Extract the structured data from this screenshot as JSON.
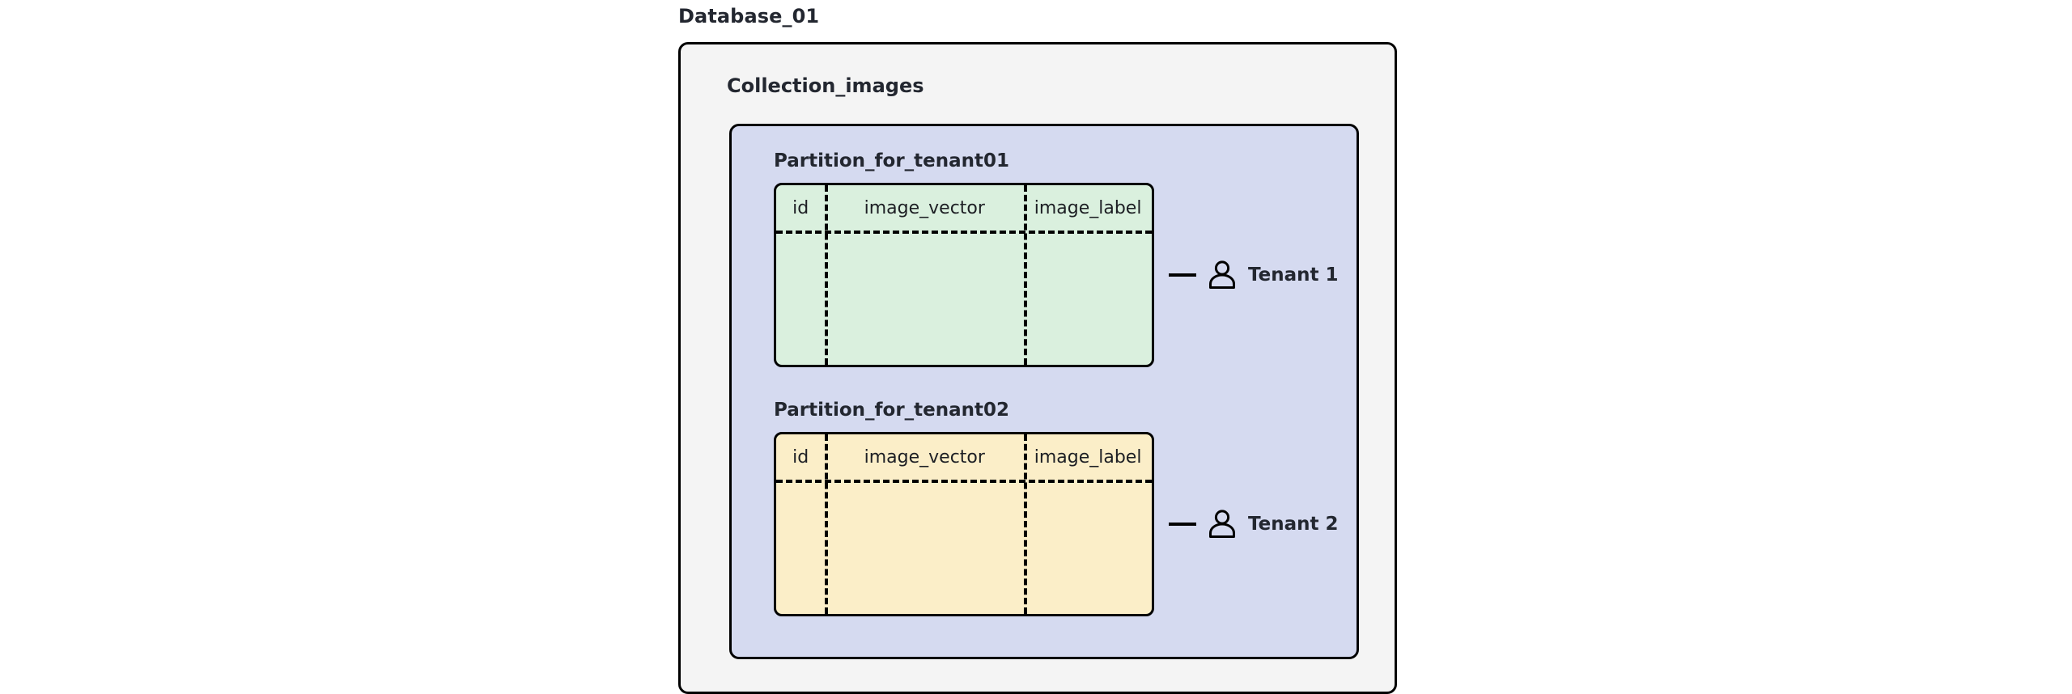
{
  "diagram": {
    "type": "multi-tenancy-partition-diagram",
    "database": {
      "label": "Database_01",
      "collection": {
        "label": "Collection_images",
        "partitions": [
          {
            "label": "Partition_for_tenant01",
            "color": "#daf0de",
            "columns": [
              "id",
              "image_vector",
              "image_label"
            ],
            "rows": [],
            "tenant": {
              "label": "Tenant 1",
              "icon": "person-icon"
            }
          },
          {
            "label": "Partition_for_tenant02",
            "color": "#fbeec8",
            "columns": [
              "id",
              "image_vector",
              "image_label"
            ],
            "rows": [],
            "tenant": {
              "label": "Tenant 2",
              "icon": "person-icon"
            }
          }
        ]
      }
    },
    "colors": {
      "background": "#ffffff",
      "database_box": "#f4f4f4",
      "collection_box": "#d5daf0",
      "partition_1_table": "#daf0de",
      "partition_2_table": "#fbeec8",
      "border": "#000000",
      "text": "#232730"
    }
  }
}
